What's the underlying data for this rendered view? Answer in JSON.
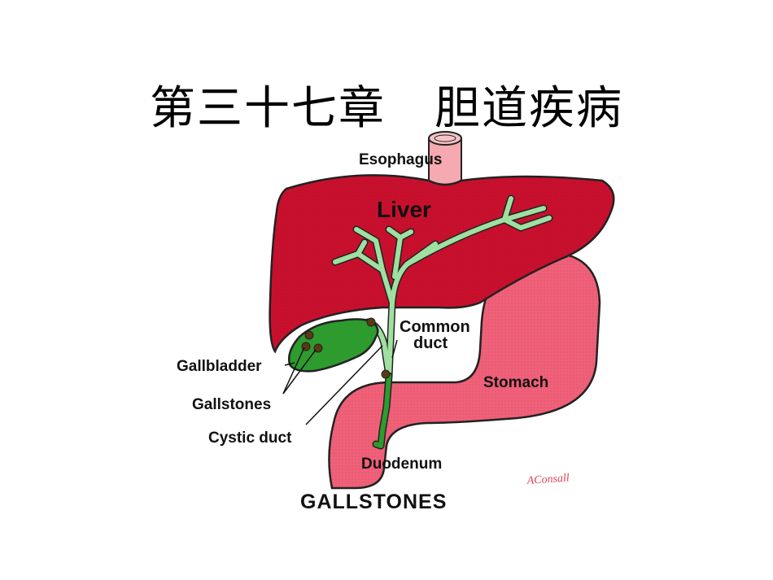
{
  "slide": {
    "title_part1": "第三十七章",
    "title_part2": "胆道疾病"
  },
  "diagram": {
    "labels": {
      "esophagus": "Esophagus",
      "liver": "Liver",
      "common_duct_line1": "Common",
      "common_duct_line2": "duct",
      "stomach": "Stomach",
      "gallbladder": "Gallbladder",
      "gallstones": "Gallstones",
      "cystic_duct": "Cystic duct",
      "duodenum": "Duodenum",
      "caption": "GALLSTONES",
      "signature": "AConsall"
    },
    "colors": {
      "liver": "#c8102e",
      "stomach": "#f06079",
      "esophagus": "#f5a9b0",
      "bile_duct": "#9fe0a0",
      "gallbladder": "#2e9b2e",
      "gallstone": "#5a3a12",
      "signature": "#e04050"
    }
  }
}
